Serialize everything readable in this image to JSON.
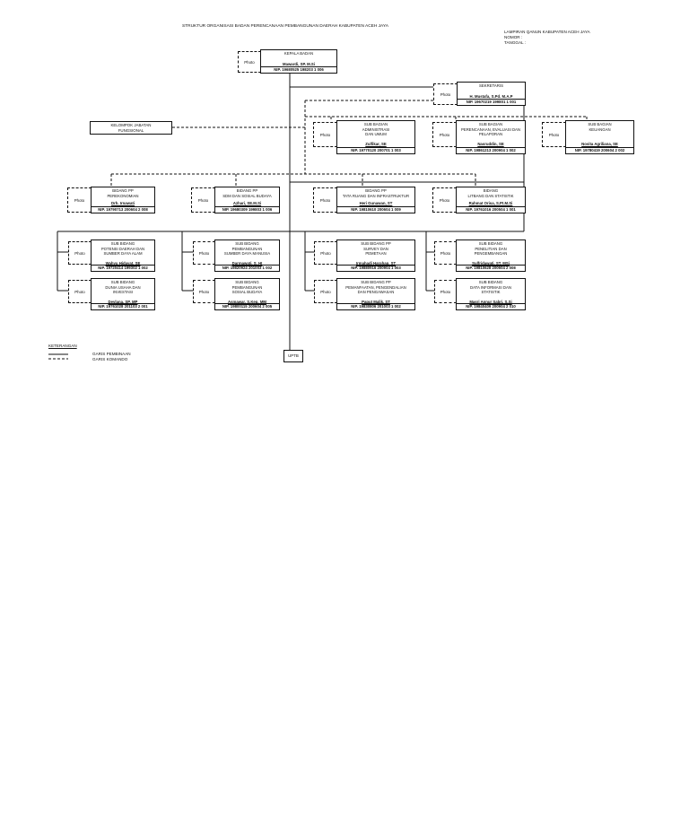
{
  "title": "STRUKTUR ORGANISASI BADAN PERENCANAAN PEMBANGUNAN DAERAH KABUPATEN ACEH JAYA",
  "appendix": {
    "line1": "LAMPIRAN QANUN KABUPATEN ACEH JAYA",
    "line2": "NOMOR   :",
    "line3": "TANGGAL  :"
  },
  "photo_label": "Photo",
  "kepala": {
    "title": "KEPALA BADAN",
    "name": "Mawardi, SP. M.Si",
    "nip": "NIP. 19680525 198203 1 006"
  },
  "sekretaris": {
    "title": "SEKRETARIS",
    "name": "H. Mustafa, S.Pd. M.A.P",
    "nip": "NIP. 19670219 199801 1 001"
  },
  "fungsional": {
    "title": "KELOMPOK JABATAN\nFUNGSIONAL"
  },
  "subbagian": [
    {
      "title": "SUB BAGIAN\nADMINISTRASI\nDAN UMUM",
      "name": "Zulfikar, SE",
      "nip": "NIP. 19770120 200701 1 003"
    },
    {
      "title": "SUB BAGIAN\nPERENCANAAN, EVALUASI DAN\nPELAPORAN",
      "name": "Nasruddin, SE",
      "nip": "NIP. 19861213 200904 1 002"
    },
    {
      "title": "SUB BAGIAN\nKEUANGAN",
      "name": "Novita Agriliana, SE",
      "nip": "NIP. 19780419 200604 2 002"
    }
  ],
  "bidang": [
    {
      "title": "BIDANG PP\nPEREKONOMIAN",
      "name": "Drh. Irnawati",
      "nip": "NIP. 19790713 200604 2 008"
    },
    {
      "title": "BIDANG PP\nSDM DAN SOSIAL BUDAYA",
      "name": "Azhari, SE.M.Si",
      "nip": "NIP. 19680309 199803 1 006"
    },
    {
      "title": "BIDANG PP\nTATA RUANG DAN INFRASTRUKTUR",
      "name": "Heri Gunawan, ST",
      "nip": "NIP. 19810610 200604 1 009"
    },
    {
      "title": "BIDANG\nLITBANG DAN STATISTIK",
      "name": "Rahmat Orisa, S.Pt.M.Si",
      "nip": "NIP. 19761016 200504 1 001"
    }
  ],
  "subbidang_row1": [
    {
      "title": "SUB BIDANG\nPOTENSI DAERAH DAN\nSUMBER DAYA ALAM",
      "name": "Wahyu Hidayat, SE",
      "nip": "NIP. 19720414 199302 1 002"
    },
    {
      "title": "SUB BIDANG\nPEMBANGUNAN\nSUMBER DAYA MANUSIA",
      "name": "Darmawati, S. HI",
      "nip": "NIP. 19820924 201003 1 002"
    },
    {
      "title": "SUB BIDANG PP\nSURVEY  DAN\nPEMETAAN",
      "name": "Irmahadi Harahap, ST",
      "nip": "NIP. 19880916 200904 1 003"
    },
    {
      "title": "SUB BIDANG\nPENELITIAN DAN\nPENGEMBANGAN",
      "name": "Sulfridawati, ST. MSi",
      "nip": "NIP. 19810628 200604 2 008"
    }
  ],
  "subbidang_row2": [
    {
      "title": "SUB BIDANG\nDUNIA USAHA DAN\nINVESTASI",
      "name": "Devlana, SP. MP",
      "nip": "NIP. 19761028 201103 2 001"
    },
    {
      "title": "SUB BIDANG\nPEMBANGUNAN\nSOSIAL BUDAYA",
      "name": "Asmawar, S.Kep. MM",
      "nip": "NIP. 19800115 200604 2 005"
    },
    {
      "title": "SUB BIDANG PP\nPEMANFAATAN, PENGENDALIAN\nDAN PENGAWASAN",
      "name": "Paput Malik, ST",
      "nip": "NIP. 19830806 201003 1 002"
    },
    {
      "title": "SUB BIDANG\nDATA INFORMASI DAN\nSTATISTIK",
      "name": "Masri Annur Sabri, S.Si",
      "nip": "NIP. 19840409 200904 2 010"
    }
  ],
  "uptb": "UPTB",
  "legend": {
    "title": "KETERANGAN",
    "solid": "GARIS PEMBINAAN",
    "dashed": "GARIS KOMANDO"
  }
}
